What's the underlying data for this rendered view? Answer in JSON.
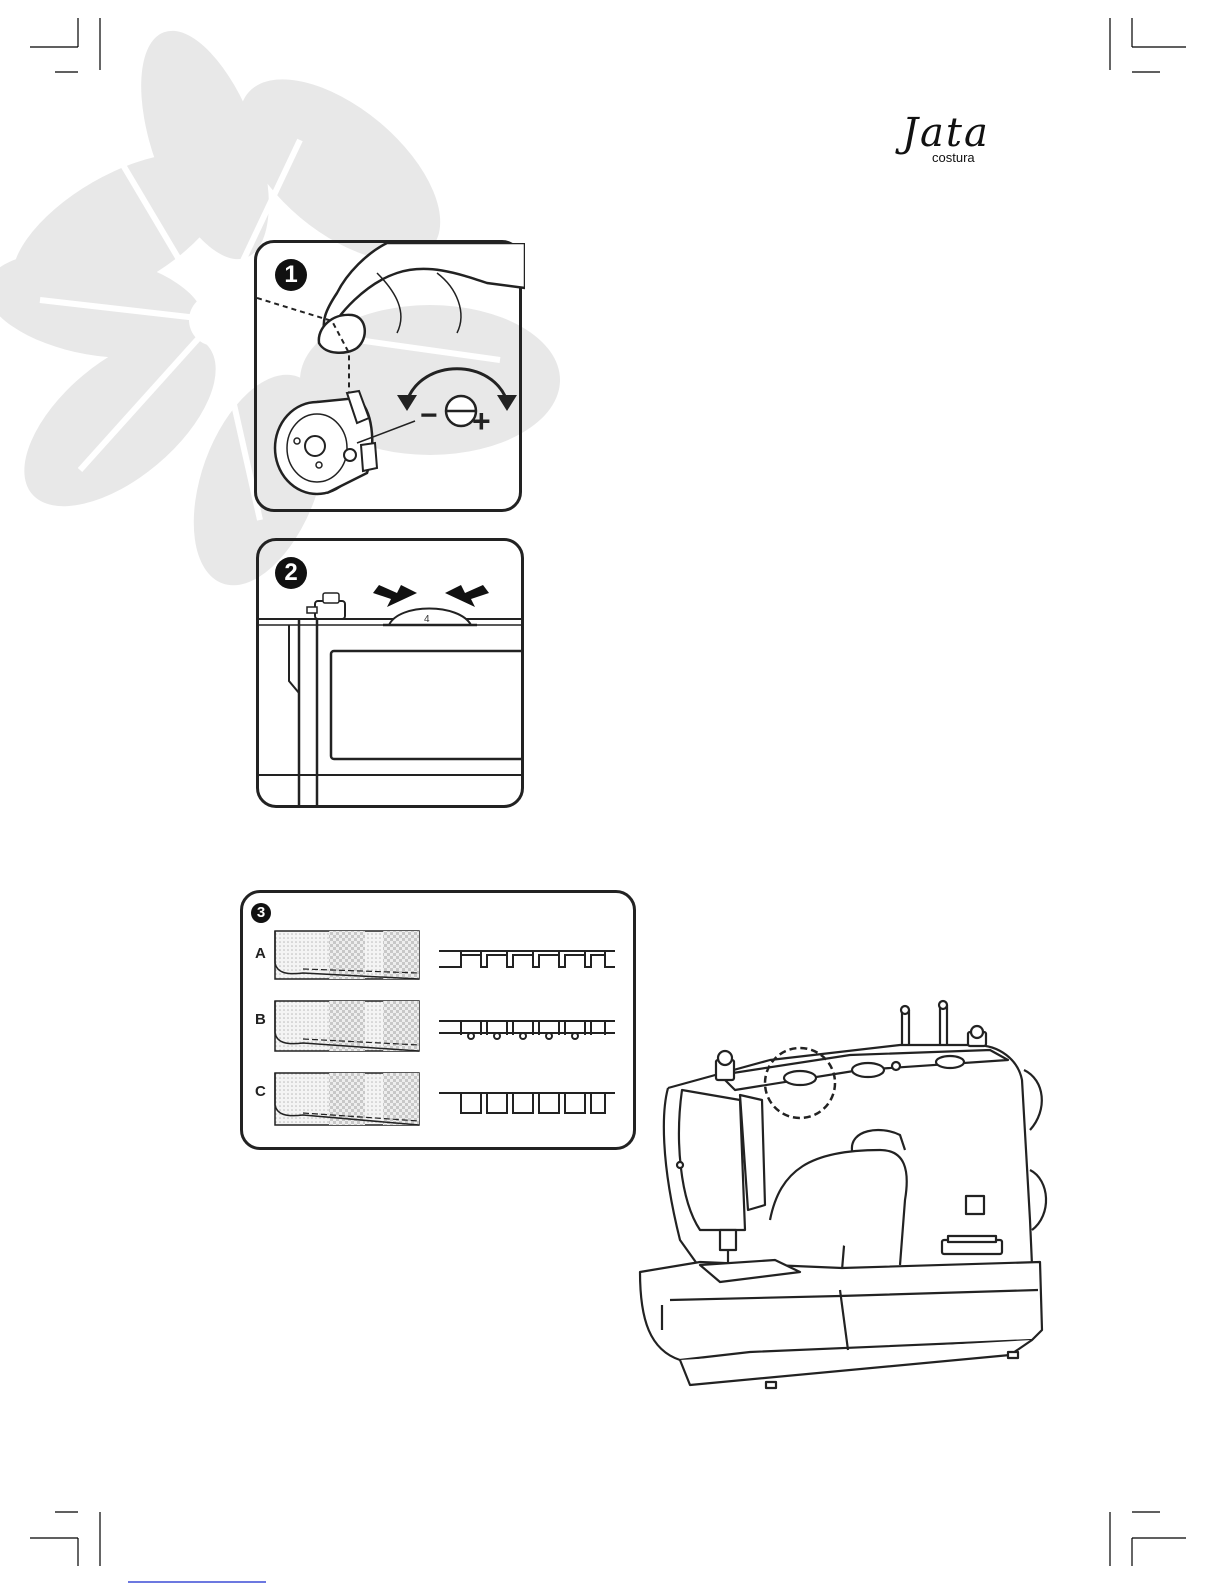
{
  "brand": {
    "logo_script": "Jata",
    "logo_sub": "costura"
  },
  "panel1": {
    "badge": "1",
    "minus": "−",
    "plus": "+"
  },
  "panel2": {
    "badge": "2",
    "dial_number": "4"
  },
  "panel3": {
    "badge": "3",
    "rows": [
      "A",
      "B",
      "C"
    ]
  },
  "colors": {
    "ink": "#222222",
    "decor": "#e6e6e6",
    "link": "#3b4bd6"
  }
}
